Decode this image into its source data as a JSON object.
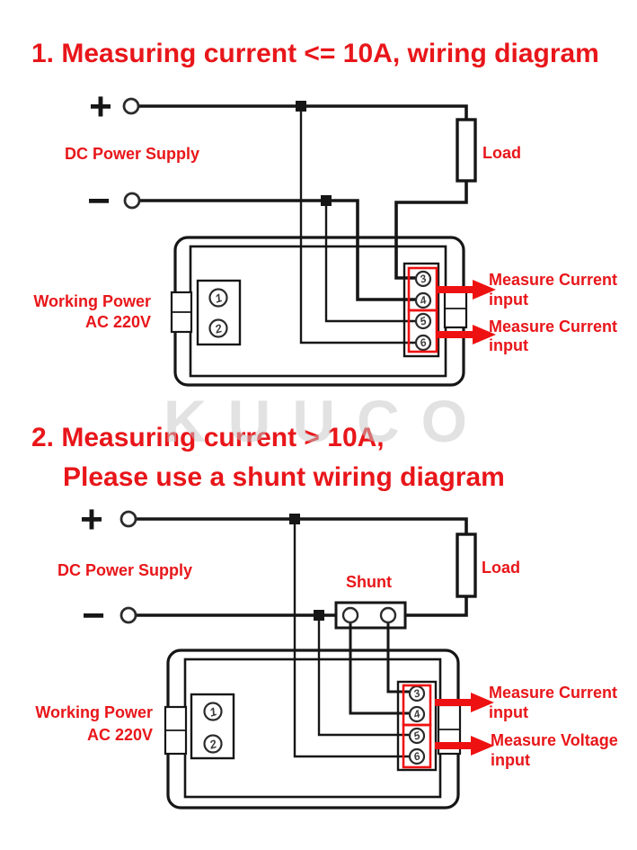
{
  "colors": {
    "accent_red": "#e8161a",
    "arrow_red": "#ee1111",
    "wire_black": "#161616",
    "watermark_gray": "#c6c6c6"
  },
  "watermark": {
    "text": "KUUCO"
  },
  "diagram1": {
    "title": "1. Measuring current <= 10A, wiring diagram",
    "dc_power_supply": "DC Power Supply",
    "load": "Load",
    "working_power": {
      "line1": "Working Power",
      "line2": "AC 220V"
    },
    "polarity": {
      "positive": "+",
      "negative": "−"
    },
    "terminals_left": [
      "1",
      "2"
    ],
    "terminals_right": [
      "3",
      "4",
      "5",
      "6"
    ],
    "annotations": [
      {
        "line1": "Measure Current",
        "line2": "input"
      },
      {
        "line1": "Measure Current",
        "line2": "input"
      }
    ]
  },
  "diagram2": {
    "title_line1": "2. Measuring current > 10A,",
    "title_line2": "Please use a shunt wiring diagram",
    "dc_power_supply": "DC Power Supply",
    "shunt": "Shunt",
    "load": "Load",
    "working_power": {
      "line1": "Working Power",
      "line2": "AC 220V"
    },
    "polarity": {
      "positive": "+",
      "negative": "−"
    },
    "terminals_left": [
      "1",
      "2"
    ],
    "terminals_right": [
      "3",
      "4",
      "5",
      "6"
    ],
    "annotations": [
      {
        "line1": "Measure Current",
        "line2": "input"
      },
      {
        "line1": "Measure Voltage",
        "line2": "input"
      }
    ]
  }
}
